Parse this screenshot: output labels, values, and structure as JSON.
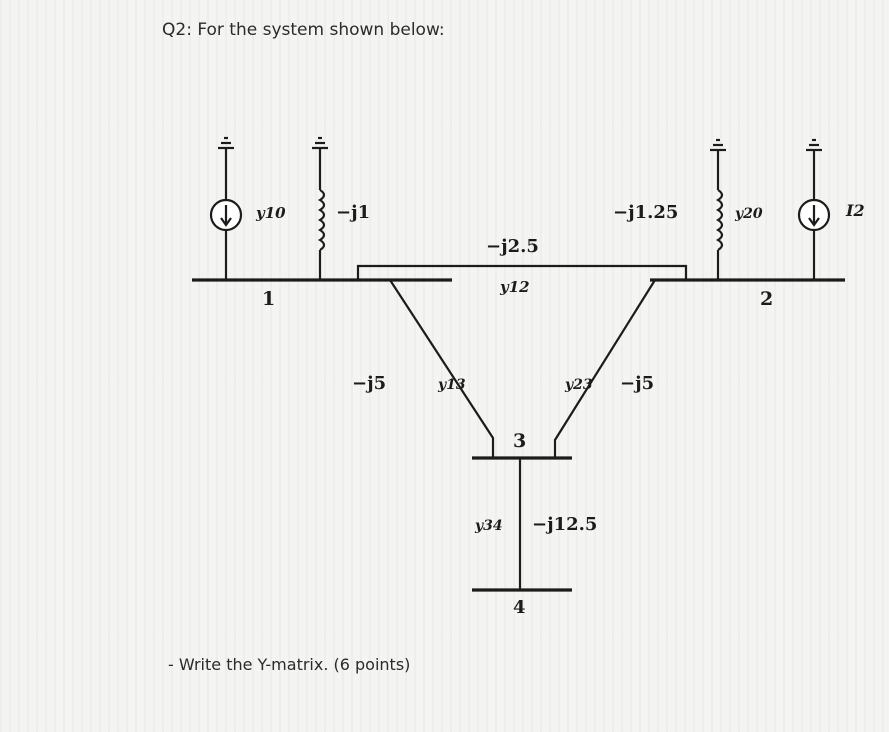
{
  "question": "Q2: For the system shown below:",
  "task": "- Write the Y-matrix. (6 points)",
  "circuit": {
    "buses": {
      "b1": "1",
      "b2": "2",
      "b3": "3",
      "b4": "4"
    },
    "admittances": {
      "y10": {
        "name": "y10",
        "value": "−j1"
      },
      "y20": {
        "name": "y20",
        "value": "−j1.25"
      },
      "y12": {
        "name": "y12",
        "value": "−j2.5"
      },
      "y13": {
        "name": "y13",
        "value": "−j5"
      },
      "y23": {
        "name": "y23",
        "value": "−j5"
      },
      "y34": {
        "name": "y34",
        "value": "−j12.5"
      }
    },
    "source_current": "I2"
  }
}
